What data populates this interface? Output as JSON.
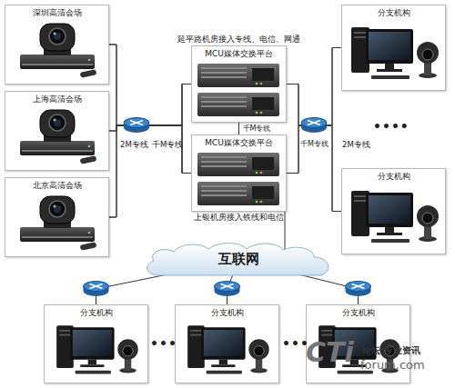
{
  "diagram": {
    "nodes": [
      {
        "text": [
          "深圳高清会场"
        ]
      },
      {
        "text": [
          "上海高清会场"
        ]
      },
      {
        "text": [
          "北京高清会场"
        ]
      },
      {
        "text": [
          "延平路机房接入专线、电信、网通",
          "MCU媒体交换平台"
        ]
      },
      {
        "text": [
          "MCU媒体交换平台",
          "上银机房接入铁线和电信"
        ]
      },
      {
        "text": [
          "分支机构"
        ]
      },
      {
        "text": [
          "分支机构"
        ]
      },
      {
        "text": [
          "互联网"
        ]
      },
      {
        "text": [
          "分支机构"
        ]
      },
      {
        "text": [
          "分支机构"
        ]
      },
      {
        "text": [
          "分支机构"
        ]
      }
    ],
    "edges": [
      {
        "from": 0,
        "to": 3,
        "arrow": "none"
      },
      {
        "from": 0,
        "to": 4,
        "arrow": "none"
      },
      {
        "from": 1,
        "to": 3,
        "arrow": "none"
      },
      {
        "from": 1,
        "to": 4,
        "arrow": "none"
      },
      {
        "from": 2,
        "to": 3,
        "arrow": "none"
      },
      {
        "from": 2,
        "to": 4,
        "arrow": "none"
      },
      {
        "from": 3,
        "to": 4,
        "label": "千M专线",
        "arrow": "none"
      },
      {
        "from": 3,
        "to": 5,
        "arrow": "none"
      },
      {
        "from": 3,
        "to": 6,
        "arrow": "none"
      },
      {
        "from": 4,
        "to": 5,
        "arrow": "none"
      },
      {
        "from": 4,
        "to": 6,
        "arrow": "none"
      },
      {
        "from": 4,
        "to": 7,
        "arrow": "none"
      },
      {
        "from": 7,
        "to": 8,
        "arrow": "none"
      },
      {
        "from": 7,
        "to": 9,
        "arrow": "none"
      },
      {
        "from": 7,
        "to": 10,
        "arrow": "none"
      }
    ],
    "labels": [
      "2M专线",
      "千M专线",
      "千M专线",
      "2M专线",
      "••••",
      "•••",
      "•••",
      "CTi",
      "论坛·专业资讯",
      "forum.com"
    ]
  }
}
